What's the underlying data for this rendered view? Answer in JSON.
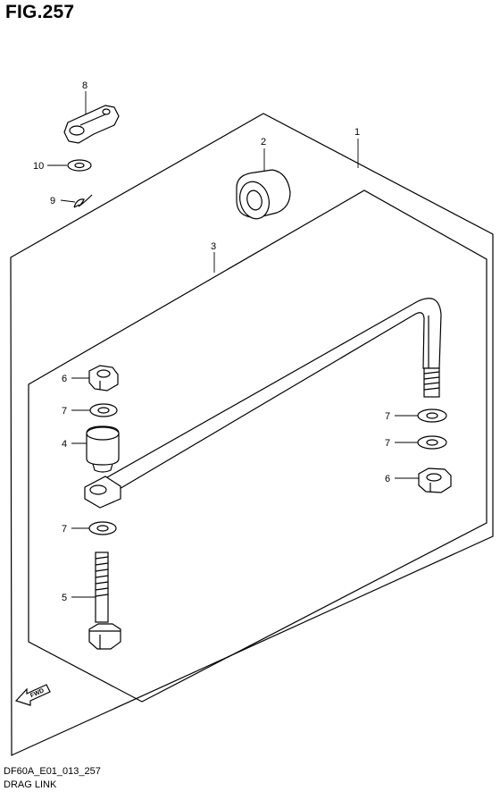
{
  "figure": {
    "title": "FIG.257",
    "code": "DF60A_E01_013_257",
    "subtitle": "DRAG LINK"
  },
  "parts": [
    {
      "key": "p1",
      "callout": "1"
    },
    {
      "key": "p2",
      "callout": "2"
    },
    {
      "key": "p3",
      "callout": "3"
    },
    {
      "key": "p4",
      "callout": "4"
    },
    {
      "key": "p5",
      "callout": "5"
    },
    {
      "key": "p6a",
      "callout": "6"
    },
    {
      "key": "p6b",
      "callout": "6"
    },
    {
      "key": "p7a",
      "callout": "7"
    },
    {
      "key": "p7b",
      "callout": "7"
    },
    {
      "key": "p7c",
      "callout": "7"
    },
    {
      "key": "p7d",
      "callout": "7"
    },
    {
      "key": "p8",
      "callout": "8"
    },
    {
      "key": "p9",
      "callout": "9"
    },
    {
      "key": "p10",
      "callout": "10"
    }
  ],
  "fwd_label": "FWD"
}
